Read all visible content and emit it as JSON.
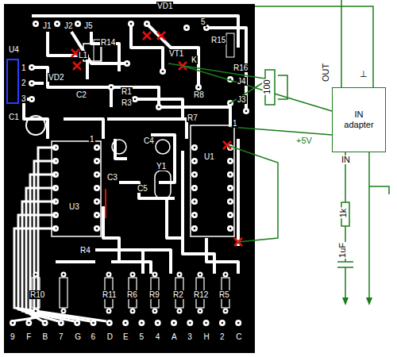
{
  "diagram": {
    "nodes": [
      {
        "text": [
          "IN adapter"
        ]
      }
    ],
    "labels": [
      "VD1",
      "J1",
      "J2",
      "J5",
      "R14",
      "L1",
      "5",
      "VT1",
      "K",
      "R15",
      "R16",
      "J4",
      "J3",
      "U4",
      "1",
      "2",
      "3",
      "VD2",
      "C1",
      "C2",
      "R1",
      "R3",
      "R8",
      "R7",
      "1",
      "1",
      "C4",
      "Y1",
      "C3",
      "C5",
      "U3",
      "U1",
      "R4",
      "R10",
      "R11",
      "R6",
      "R9",
      "R2",
      "R12",
      "R5",
      "9",
      "F",
      "B",
      "7",
      "G",
      "6",
      "D",
      "E",
      "5",
      "4",
      "A",
      "3",
      "H",
      "2",
      "C",
      "OUT",
      "⊥",
      "+5V",
      "IN",
      "100",
      "1k",
      "1uF"
    ]
  }
}
